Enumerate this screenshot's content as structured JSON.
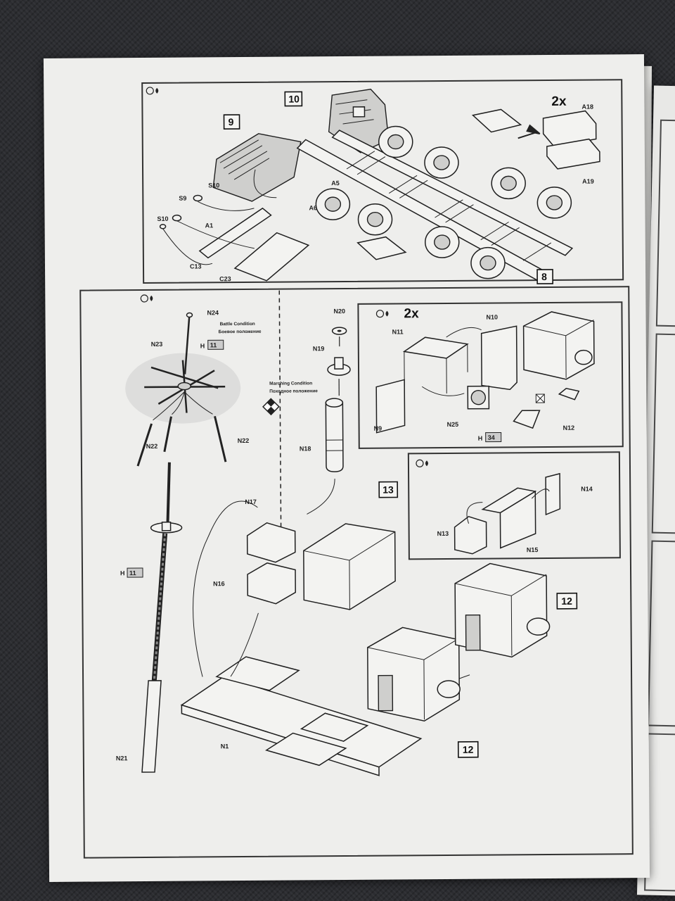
{
  "sheet": {
    "top_panel": {
      "step_box_9": "9",
      "step_box_10": "10",
      "step_box_8": "8",
      "multiplier": "2x",
      "labels": {
        "a18": "A18",
        "a19": "A19",
        "a5": "A5",
        "a6": "A6",
        "s10a": "S10",
        "s9": "S9",
        "s10b": "S10",
        "a1": "A1",
        "c13": "C13",
        "c23": "C23"
      }
    },
    "step14": {
      "labels": {
        "n24": "N24",
        "n23": "N23",
        "h11a": "H",
        "h11a_num": "11",
        "n22a": "N22",
        "n22b": "N22",
        "h11b": "H",
        "h11b_num": "11",
        "n21": "N21",
        "n20": "N20",
        "n19": "N19",
        "n18": "N18",
        "n17": "N17",
        "n16": "N16",
        "n1": "N1"
      },
      "battle_en": "Battle Condition",
      "battle_ru": "Боевое положение",
      "march_en": "Marching Condition",
      "march_ru": "Походное положение"
    },
    "step15": {
      "multiplier": "2x",
      "labels": {
        "n11": "N11",
        "n10": "N10",
        "n9": "N9",
        "n25": "N25",
        "h34": "H",
        "h34_num": "34",
        "n12": "N12"
      }
    },
    "step16": {
      "labels": {
        "n14": "N14",
        "n13": "N13",
        "n15": "N15"
      }
    },
    "bottom": {
      "box13": "13",
      "box12a": "12",
      "box12b": "12"
    }
  }
}
